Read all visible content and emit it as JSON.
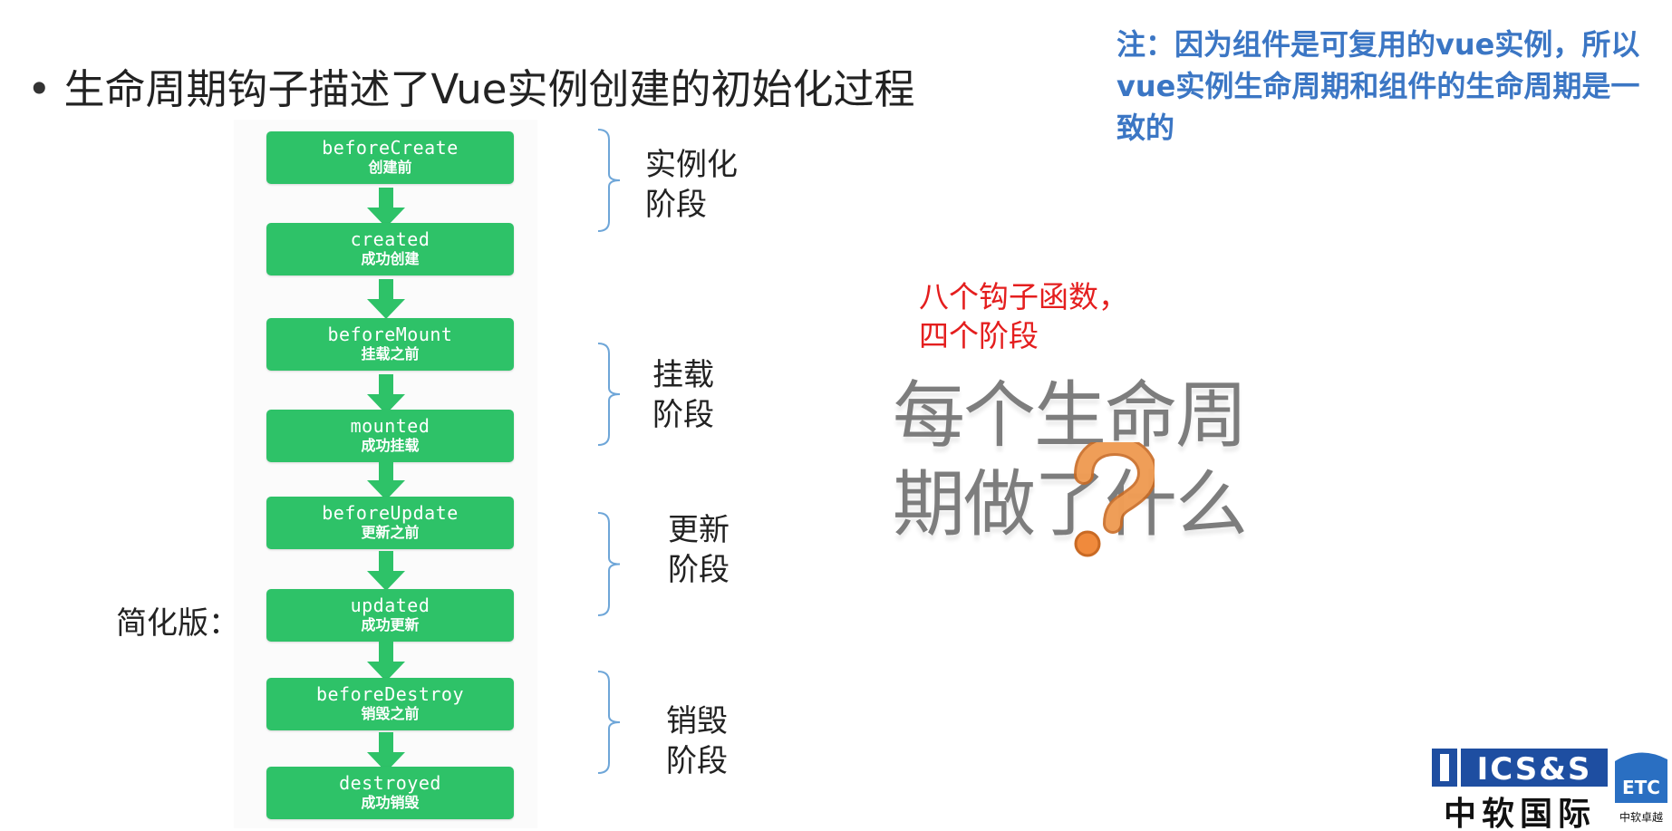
{
  "title": {
    "bullet": "•",
    "text": "生命周期钩子描述了Vue实例创建的初始化过程"
  },
  "note": "注：因为组件是可复用的vue实例，所以vue实例生命周期和组件的生命周期是一致的",
  "steps": [
    {
      "en": "beforeCreate",
      "zh": "创建前"
    },
    {
      "en": "created",
      "zh": "成功创建"
    },
    {
      "en": "beforeMount",
      "zh": "挂载之前"
    },
    {
      "en": "mounted",
      "zh": "成功挂载"
    },
    {
      "en": "beforeUpdate",
      "zh": "更新之前"
    },
    {
      "en": "updated",
      "zh": "成功更新"
    },
    {
      "en": "beforeDestroy",
      "zh": "销毁之前"
    },
    {
      "en": "destroyed",
      "zh": "成功销毁"
    }
  ],
  "phases": [
    {
      "line1": "实例化",
      "line2": "阶段"
    },
    {
      "line1": "挂载",
      "line2": "阶段"
    },
    {
      "line1": "更新",
      "line2": "阶段"
    },
    {
      "line1": "销毁",
      "line2": "阶段"
    }
  ],
  "simple_label": "简化版：",
  "hooks_note": {
    "line1": "八个钩子函数，",
    "line2": "四个阶段"
  },
  "question": {
    "line1": "每个生命周",
    "line2": "期做了什么"
  },
  "logo": {
    "top": "ICS&S",
    "bottom": "中软国际",
    "etc": "ETC",
    "etc_sub": "中软卓越"
  },
  "colors": {
    "step_green": "#2ec268",
    "note_blue": "#3b76c4",
    "hooks_red": "#e41e1e",
    "qmark_orange": "#f08a3c",
    "logo_blue": "#1e4ea1"
  }
}
